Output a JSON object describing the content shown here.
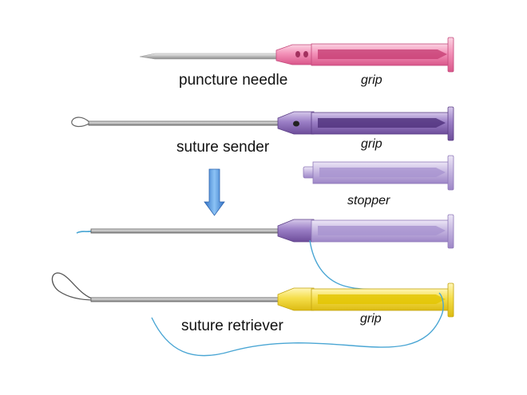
{
  "labels": {
    "puncture_needle": "puncture needle",
    "suture_sender": "suture sender",
    "suture_retriever": "suture retriever",
    "grip_1": "grip",
    "grip_2": "grip",
    "grip_3": "grip",
    "stopper": "stopper"
  },
  "colors": {
    "pink_grip": "#e2578f",
    "purple_grip": "#7b5aa6",
    "stopper_lavender": "#b6a3d4",
    "yellow_grip": "#efd52c",
    "suture_blue": "#4aa6d4",
    "arrow_blue": "#4a8fdc",
    "shaft_gray": "#6e6e72"
  }
}
